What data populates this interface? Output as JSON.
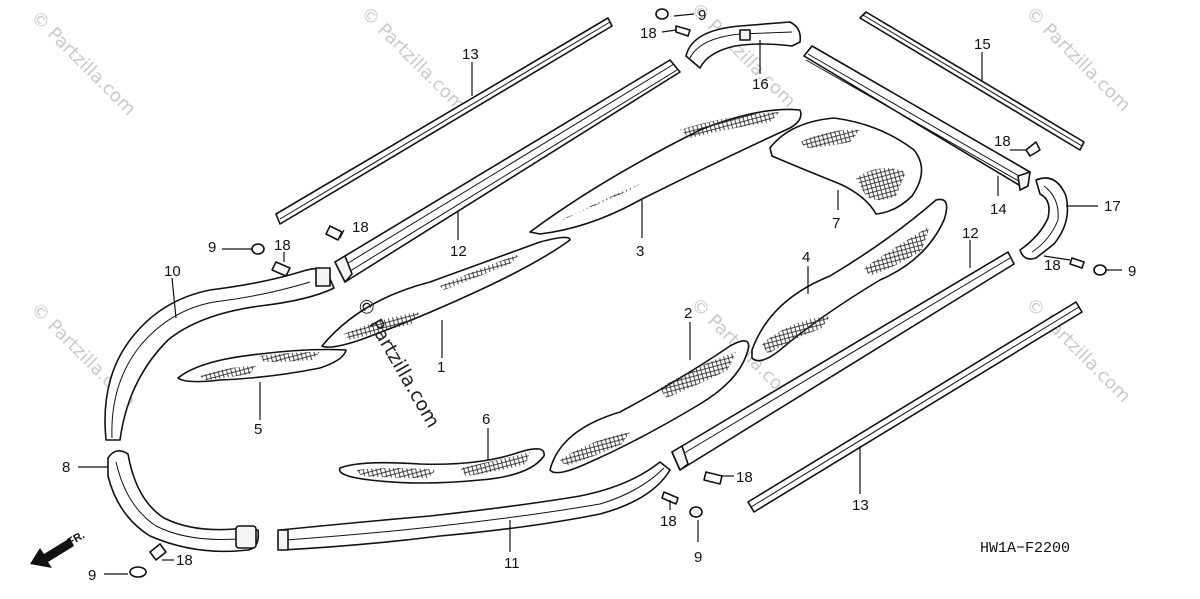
{
  "diagram": {
    "code": "HW1A−F2200",
    "front_marker": "FR.",
    "watermark": "© Partzilla.com",
    "callouts": [
      {
        "id": "c13a",
        "label": "13"
      },
      {
        "id": "c9a",
        "label": "9"
      },
      {
        "id": "c18a",
        "label": "18"
      },
      {
        "id": "c16",
        "label": "16"
      },
      {
        "id": "c15",
        "label": "15"
      },
      {
        "id": "c18b",
        "label": "18"
      },
      {
        "id": "c14",
        "label": "14"
      },
      {
        "id": "c17",
        "label": "17"
      },
      {
        "id": "c18c",
        "label": "18"
      },
      {
        "id": "c9b",
        "label": "9"
      },
      {
        "id": "c7",
        "label": "7"
      },
      {
        "id": "c3",
        "label": "3"
      },
      {
        "id": "c12a",
        "label": "12"
      },
      {
        "id": "c18d",
        "label": "18"
      },
      {
        "id": "c9c",
        "label": "9"
      },
      {
        "id": "c18e",
        "label": "18"
      },
      {
        "id": "c10",
        "label": "10"
      },
      {
        "id": "c12b",
        "label": "12"
      },
      {
        "id": "c4",
        "label": "4"
      },
      {
        "id": "c1",
        "label": "1"
      },
      {
        "id": "c5",
        "label": "5"
      },
      {
        "id": "c2",
        "label": "2"
      },
      {
        "id": "c6",
        "label": "6"
      },
      {
        "id": "c8",
        "label": "8"
      },
      {
        "id": "c18f",
        "label": "18"
      },
      {
        "id": "c13b",
        "label": "13"
      },
      {
        "id": "c18g",
        "label": "18"
      },
      {
        "id": "c9d",
        "label": "9"
      },
      {
        "id": "c11",
        "label": "11"
      },
      {
        "id": "c18h",
        "label": "18"
      },
      {
        "id": "c9e",
        "label": "9"
      }
    ]
  }
}
